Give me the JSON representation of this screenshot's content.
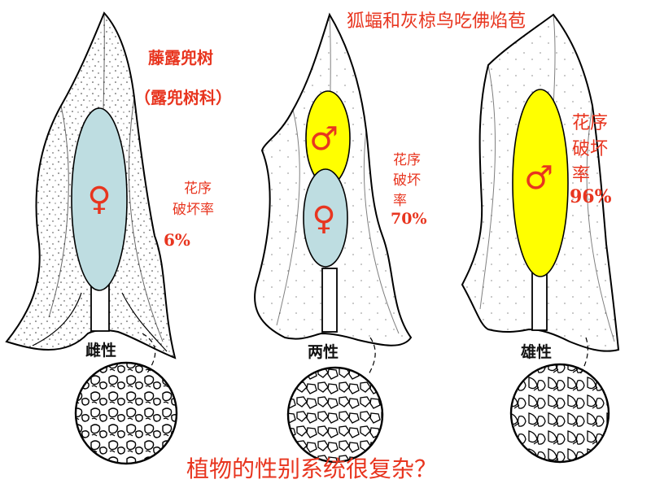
{
  "header": {
    "title": "藤露兜树",
    "subtitle": "（露兜树科）",
    "note": "狐蝠和灰椋鸟吃佛焰苞"
  },
  "question": "植物的性别系统很复杂？",
  "colors": {
    "text_red": "#e8351f",
    "female_fill": "#bedde1",
    "male_fill": "#ffff00",
    "outline": "#000000"
  },
  "flowers": [
    {
      "sex_label": "雌性",
      "rate_label_1": "花序",
      "rate_label_2": "破坏率",
      "rate_value": "6%",
      "organ_symbols": [
        "♀"
      ],
      "rate_fraction": 0.06
    },
    {
      "sex_label": "两性",
      "rate_label_1": "花序",
      "rate_label_2": "破坏",
      "rate_label_3": "率",
      "rate_value": "70%",
      "organ_symbols": [
        "♂",
        "♀"
      ],
      "rate_fraction": 0.7
    },
    {
      "sex_label": "雄性",
      "rate_label_1": "花序",
      "rate_label_2": "破坏",
      "rate_label_3": "率",
      "rate_value": "96%",
      "organ_symbols": [
        "♂"
      ],
      "rate_fraction": 0.96
    }
  ]
}
